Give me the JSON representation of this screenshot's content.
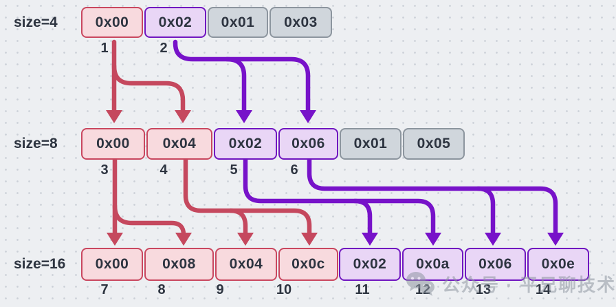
{
  "colors": {
    "background": "#edeff2",
    "grid_dot": "#cbd0d7",
    "arrow_red": "#c5485e",
    "arrow_purple": "#7712c9",
    "cell_pink_fill": "#f8dade",
    "cell_pink_border": "#c9475f",
    "cell_purple_fill": "#e9d6f6",
    "cell_purple_border": "#7016c0",
    "cell_gray_fill": "#d0d6dc",
    "cell_gray_border": "#8c959e",
    "text": "#2d3440"
  },
  "rows": [
    {
      "label": "size=4",
      "cells": [
        {
          "text": "0x00",
          "variant": "pink"
        },
        {
          "text": "0x02",
          "variant": "purple"
        },
        {
          "text": "0x01",
          "variant": "gray"
        },
        {
          "text": "0x03",
          "variant": "gray"
        }
      ],
      "numbers": [
        "1",
        "2"
      ]
    },
    {
      "label": "size=8",
      "cells": [
        {
          "text": "0x00",
          "variant": "pink"
        },
        {
          "text": "0x04",
          "variant": "pink"
        },
        {
          "text": "0x02",
          "variant": "purple"
        },
        {
          "text": "0x06",
          "variant": "purple"
        },
        {
          "text": "0x01",
          "variant": "gray"
        },
        {
          "text": "0x05",
          "variant": "gray"
        }
      ],
      "numbers": [
        "3",
        "4",
        "5",
        "6"
      ]
    },
    {
      "label": "size=16",
      "cells": [
        {
          "text": "0x00",
          "variant": "pink"
        },
        {
          "text": "0x08",
          "variant": "pink"
        },
        {
          "text": "0x04",
          "variant": "pink"
        },
        {
          "text": "0x0c",
          "variant": "pink"
        },
        {
          "text": "0x02",
          "variant": "purple"
        },
        {
          "text": "0x0a",
          "variant": "purple"
        },
        {
          "text": "0x06",
          "variant": "purple"
        },
        {
          "text": "0x0e",
          "variant": "purple"
        }
      ],
      "numbers": [
        "7",
        "8",
        "9",
        "10",
        "11",
        "12",
        "13",
        "14"
      ]
    }
  ],
  "watermark": {
    "icon": "wechat-icon",
    "text": "公众号 · 平兄聊技术"
  }
}
